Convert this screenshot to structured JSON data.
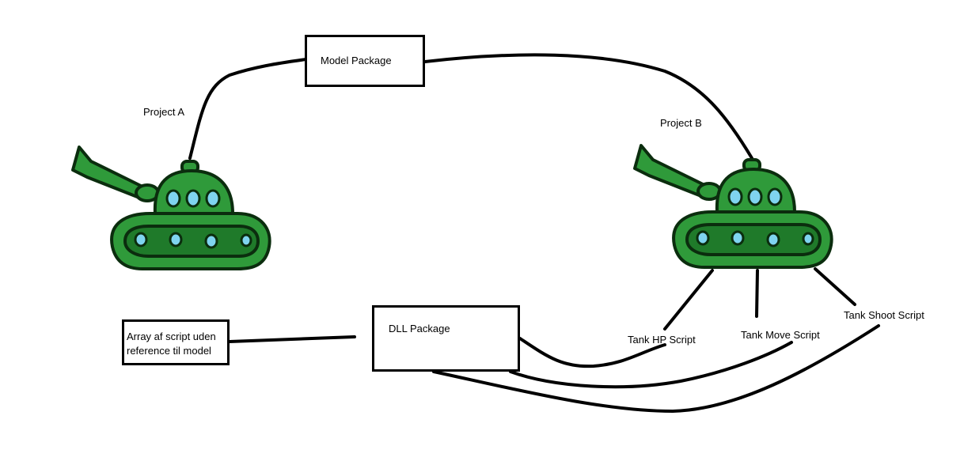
{
  "boxes": {
    "model_package": "Model Package",
    "dll_package": "DLL Package",
    "array_note_line1": "Array af script uden",
    "array_note_line2": "reference til model"
  },
  "labels": {
    "project_a": "Project A",
    "project_b": "Project B",
    "tank_hp": "Tank HP Script",
    "tank_move": "Tank Move Script",
    "tank_shoot": "Tank Shoot Script"
  },
  "colors": {
    "tank_body": "#2f9a3a",
    "tank_dark": "#1f7a2a",
    "tank_window": "#7fd4f0",
    "line": "#000000"
  },
  "icons": [
    "tank-icon",
    "tank-icon"
  ]
}
